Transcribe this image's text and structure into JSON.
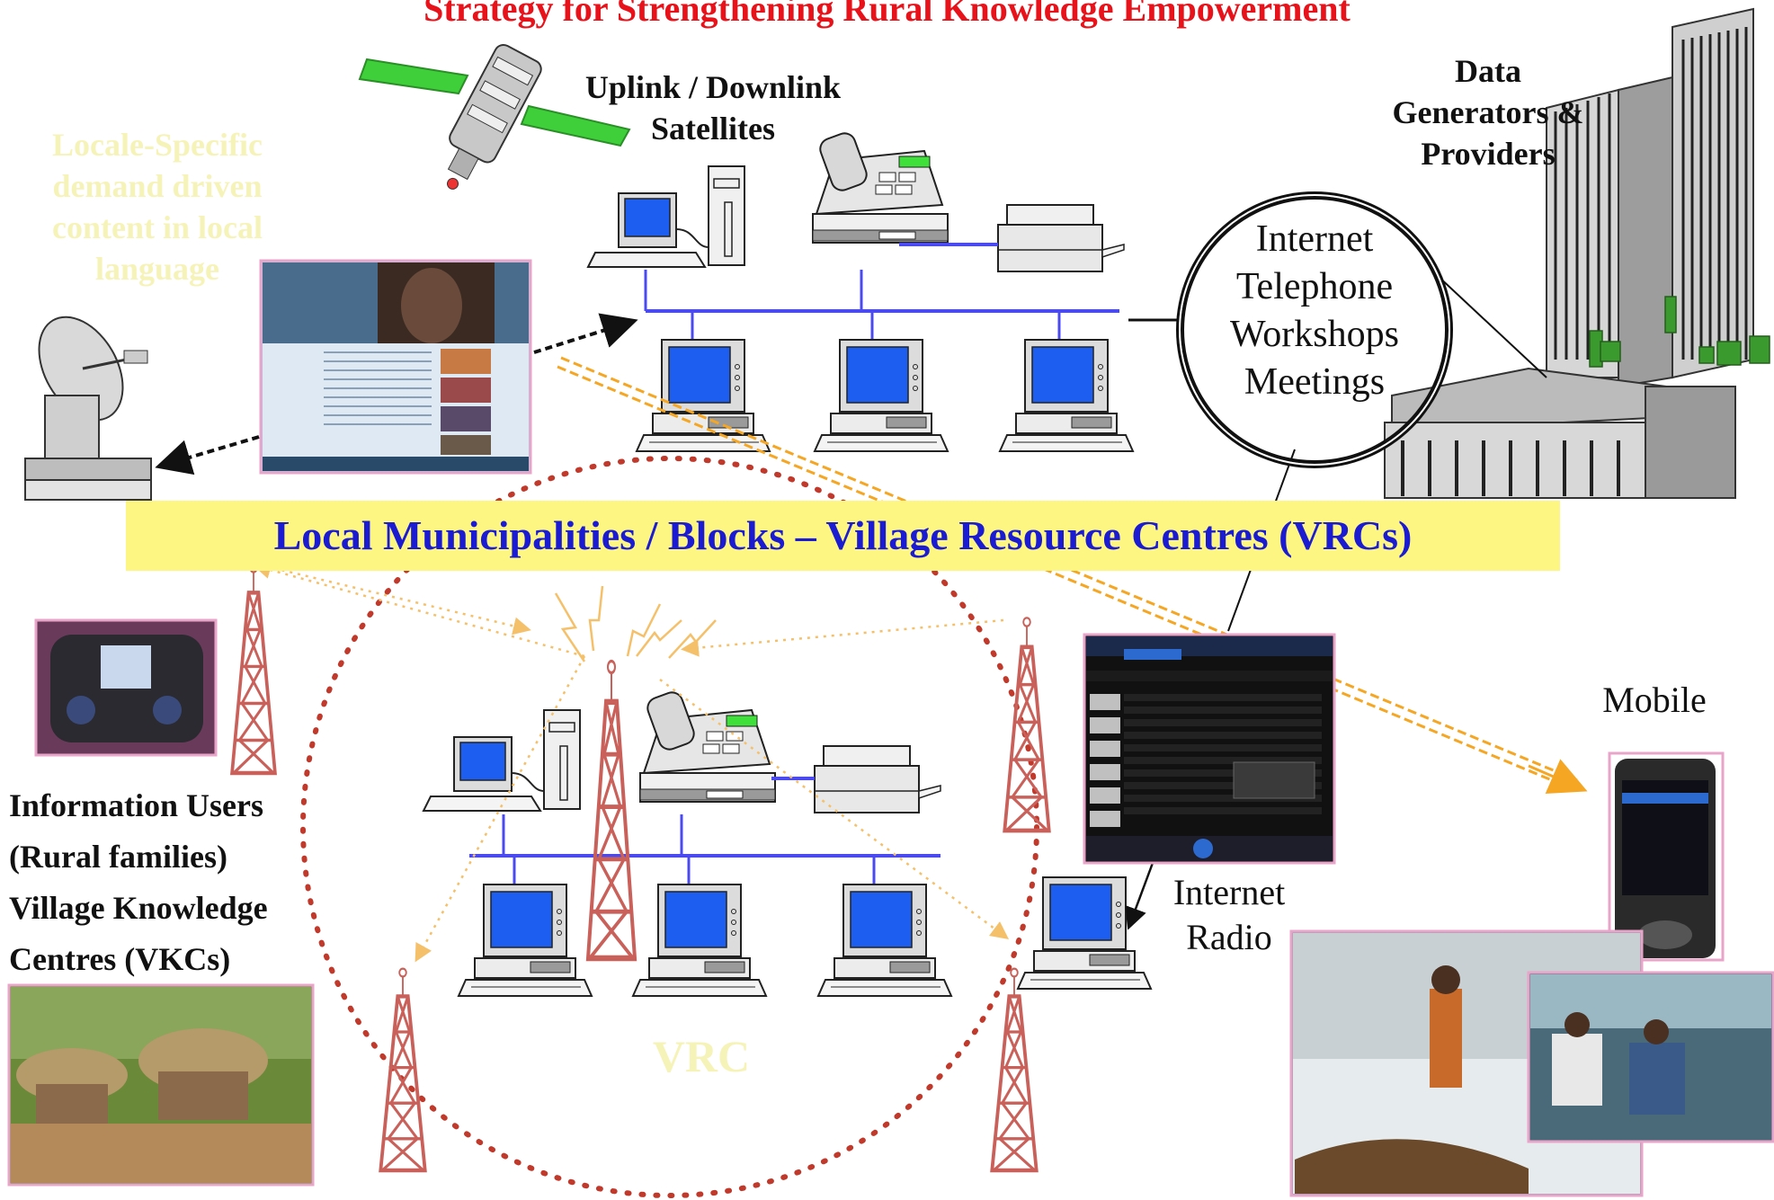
{
  "title": "Strategy for Strengthening Rural Knowledge Empowerment",
  "satellites_label": {
    "line1": "Uplink / Downlink",
    "line2": "Satellites"
  },
  "providers_label": {
    "line1": "Data",
    "line2": "Generators &",
    "line3": "Providers"
  },
  "locale_label": {
    "line1": "Locale-Specific",
    "line2": "demand driven",
    "line3": "content in local",
    "line4": "language"
  },
  "services": [
    "Internet",
    "Telephone",
    "Workshops",
    "Meetings"
  ],
  "banner": "Local Municipalities / Blocks – Village Resource Centres (VRCs)",
  "users_label": {
    "line1": "Information Users",
    "line2": "(Rural families)",
    "line3": "Village Knowledge",
    "line4": "Centres (VKCs)"
  },
  "mobile_label": "Mobile",
  "radio_label": {
    "line1": "Internet",
    "line2": "Radio"
  },
  "vrc_label": "VRC",
  "colors": {
    "title": "#e8121a",
    "banner_bg": "#fdf683",
    "banner_text": "#1b1bd1",
    "tower": "#c9615a",
    "network_line": "#4a4af0",
    "orange_arrow": "#f5a623",
    "dotted_ring": "#c0392b",
    "ghost_text": "#f6f3b8"
  },
  "icons": [
    "satellite-icon",
    "dish-antenna-icon",
    "computer-icon",
    "telephone-icon",
    "printer-icon",
    "tower-icon",
    "building-icon",
    "mobile-phone-icon"
  ]
}
